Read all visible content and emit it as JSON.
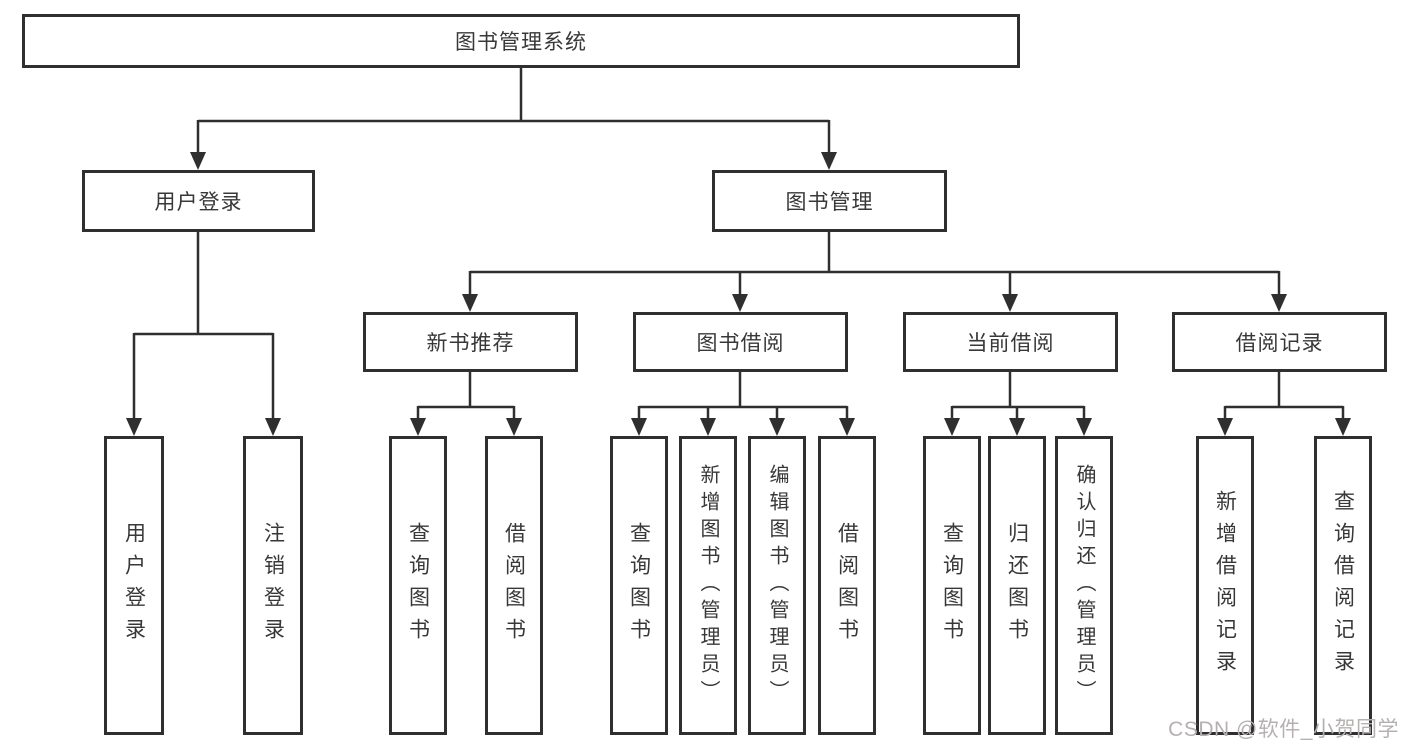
{
  "diagram": {
    "root": {
      "label": "图书管理系统"
    },
    "level2": [
      {
        "id": "user-login",
        "label": "用户登录"
      },
      {
        "id": "book-management",
        "label": "图书管理"
      }
    ],
    "level3": [
      {
        "id": "new-book-recommendation",
        "parent": "book-management",
        "label": "新书推荐"
      },
      {
        "id": "book-borrowing",
        "parent": "book-management",
        "label": "图书借阅"
      },
      {
        "id": "current-borrowing",
        "parent": "book-management",
        "label": "当前借阅"
      },
      {
        "id": "borrowing-records",
        "parent": "book-management",
        "label": "借阅记录"
      }
    ],
    "leaves": [
      {
        "parent": "user-login",
        "label": "用户登录"
      },
      {
        "parent": "user-login",
        "label": "注销登录"
      },
      {
        "parent": "new-book-recommendation",
        "label": "查询图书"
      },
      {
        "parent": "new-book-recommendation",
        "label": "借阅图书"
      },
      {
        "parent": "book-borrowing",
        "label": "查询图书"
      },
      {
        "parent": "book-borrowing",
        "label": "新增图书（管理员）"
      },
      {
        "parent": "book-borrowing",
        "label": "编辑图书（管理员）"
      },
      {
        "parent": "book-borrowing",
        "label": "借阅图书"
      },
      {
        "parent": "current-borrowing",
        "label": "查询图书"
      },
      {
        "parent": "current-borrowing",
        "label": "归还图书"
      },
      {
        "parent": "current-borrowing",
        "label": "确认归还（管理员）"
      },
      {
        "parent": "borrowing-records",
        "label": "新增借阅记录"
      },
      {
        "parent": "borrowing-records",
        "label": "查询借阅记录"
      }
    ]
  },
  "watermark": {
    "text": "CSDN @软件_小贺同学"
  },
  "colors": {
    "line": "#2f2f2f",
    "text": "#383838",
    "background": "#ffffff",
    "watermark": "#b5b1b1"
  }
}
